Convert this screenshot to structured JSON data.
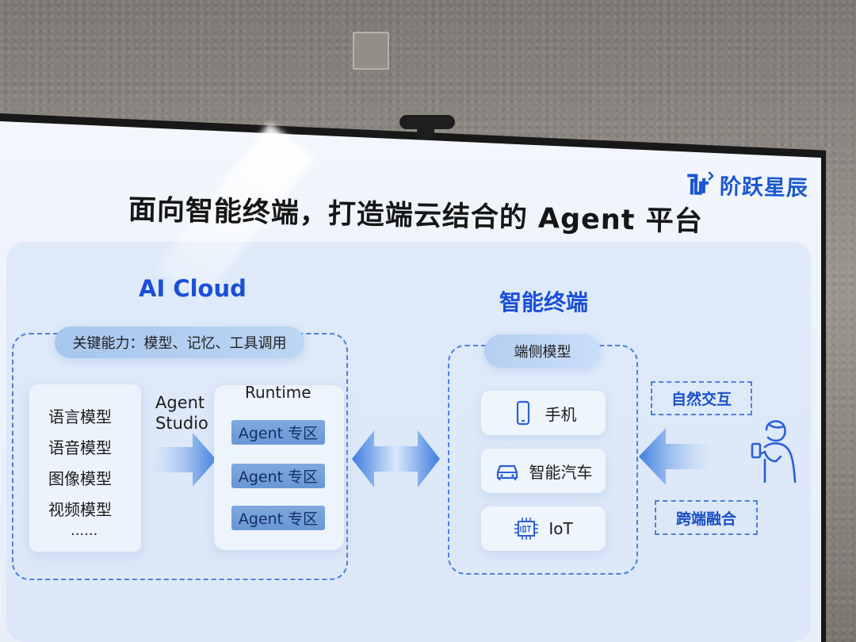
{
  "slide": {
    "title": "面向智能终端，打造端云结合的 Agent 平台",
    "brand": "阶跃星辰",
    "cloud": {
      "title": "AI Cloud",
      "key_capabilities": "关键能力：模型、记忆、工具调用",
      "models": [
        "语言模型",
        "语音模型",
        "图像模型",
        "视频模型",
        "......"
      ],
      "studio": [
        "Agent",
        "Studio"
      ],
      "runtime_label": "Runtime",
      "agent_zones": [
        "Agent 专区",
        "Agent 专区",
        "Agent 专区"
      ]
    },
    "terminal": {
      "title": "智能终端",
      "edge_model": "端侧模型",
      "devices": [
        {
          "label": "手机",
          "icon": "phone-icon"
        },
        {
          "label": "智能汽车",
          "icon": "car-icon"
        },
        {
          "label": "IoT",
          "icon": "iot-chip-icon"
        }
      ],
      "natural_interaction": "自然交互",
      "cross_terminal": "跨端融合",
      "user_icon": "person-with-phone-icon"
    }
  },
  "colors": {
    "accent": "#1a4fd7",
    "dashed": "#4d80d9",
    "chip": "#7fa8de",
    "panel": "#dbe7f8"
  }
}
